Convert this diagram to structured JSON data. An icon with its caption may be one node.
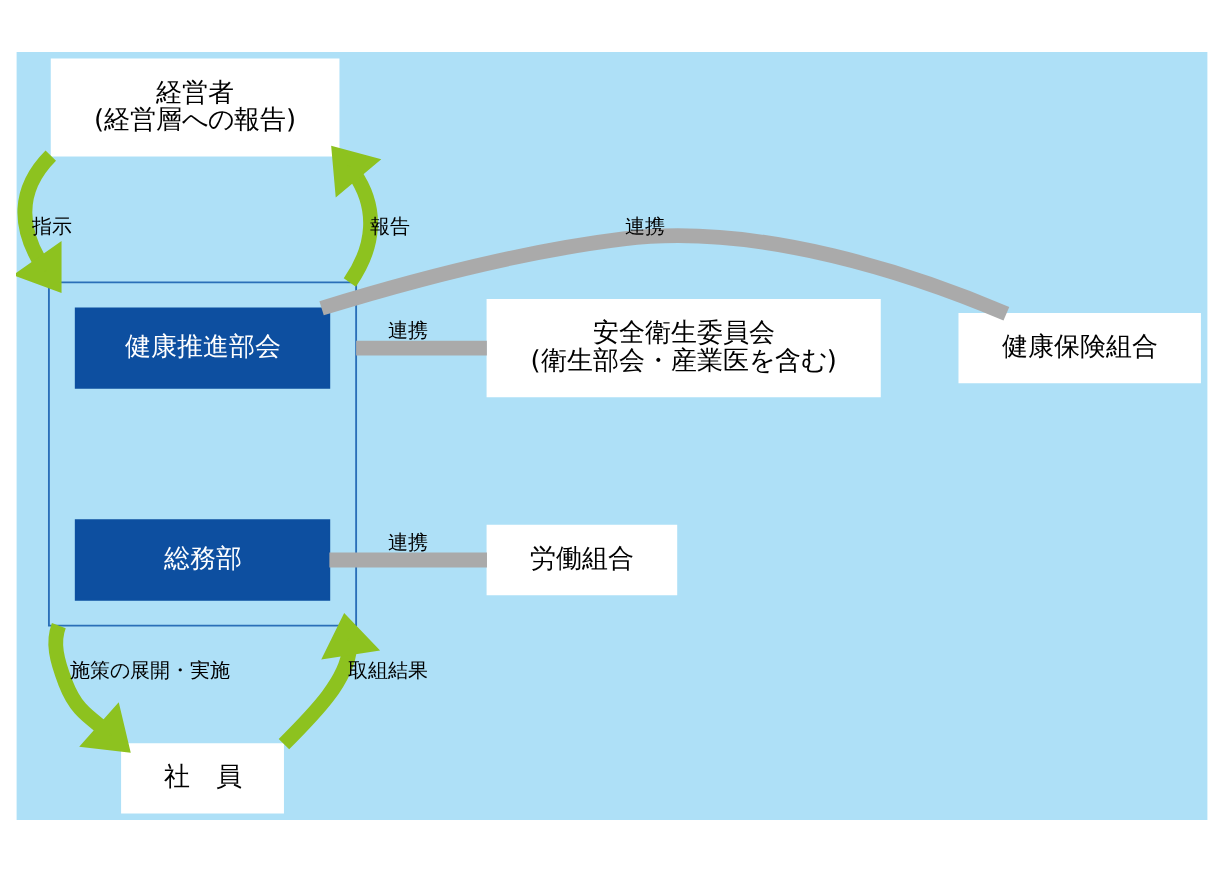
{
  "diagram": {
    "nodes": [
      {
        "text": [
          "経営者",
          "(経営層への報告)"
        ]
      },
      {
        "text": [
          "安全衛生委員会",
          "(衛生部会・産業医を含む)"
        ]
      },
      {
        "text": [],
        "shape": "box"
      },
      {
        "text": [
          "健康推進部会"
        ],
        "in": 2
      },
      {
        "text": [
          "総務部"
        ],
        "in": 2
      },
      {
        "text": [
          "健康保険組合"
        ]
      },
      {
        "text": [
          "労働組合"
        ]
      },
      {
        "text": [
          "社　員"
        ]
      }
    ],
    "edges": [
      {
        "from": 0,
        "to": 2,
        "arrow": "to",
        "label": "指示"
      },
      {
        "from": 2,
        "to": 0,
        "arrow": "to",
        "label": "報告"
      },
      {
        "from": 1,
        "to": 2,
        "arrow": "none",
        "label": "連携",
        "color": "#aaaaaa"
      },
      {
        "from": 3,
        "to": 5,
        "arrow": "none",
        "label": "連携",
        "color": "#aaaaaa"
      },
      {
        "from": 4,
        "to": 6,
        "arrow": "none",
        "label": "連携",
        "color": "#aaaaaa"
      },
      {
        "from": 2,
        "to": 7,
        "arrow": "to",
        "label": "施策の展開・実施"
      },
      {
        "from": 7,
        "to": 2,
        "arrow": "to",
        "label": "取組結果"
      }
    ]
  }
}
